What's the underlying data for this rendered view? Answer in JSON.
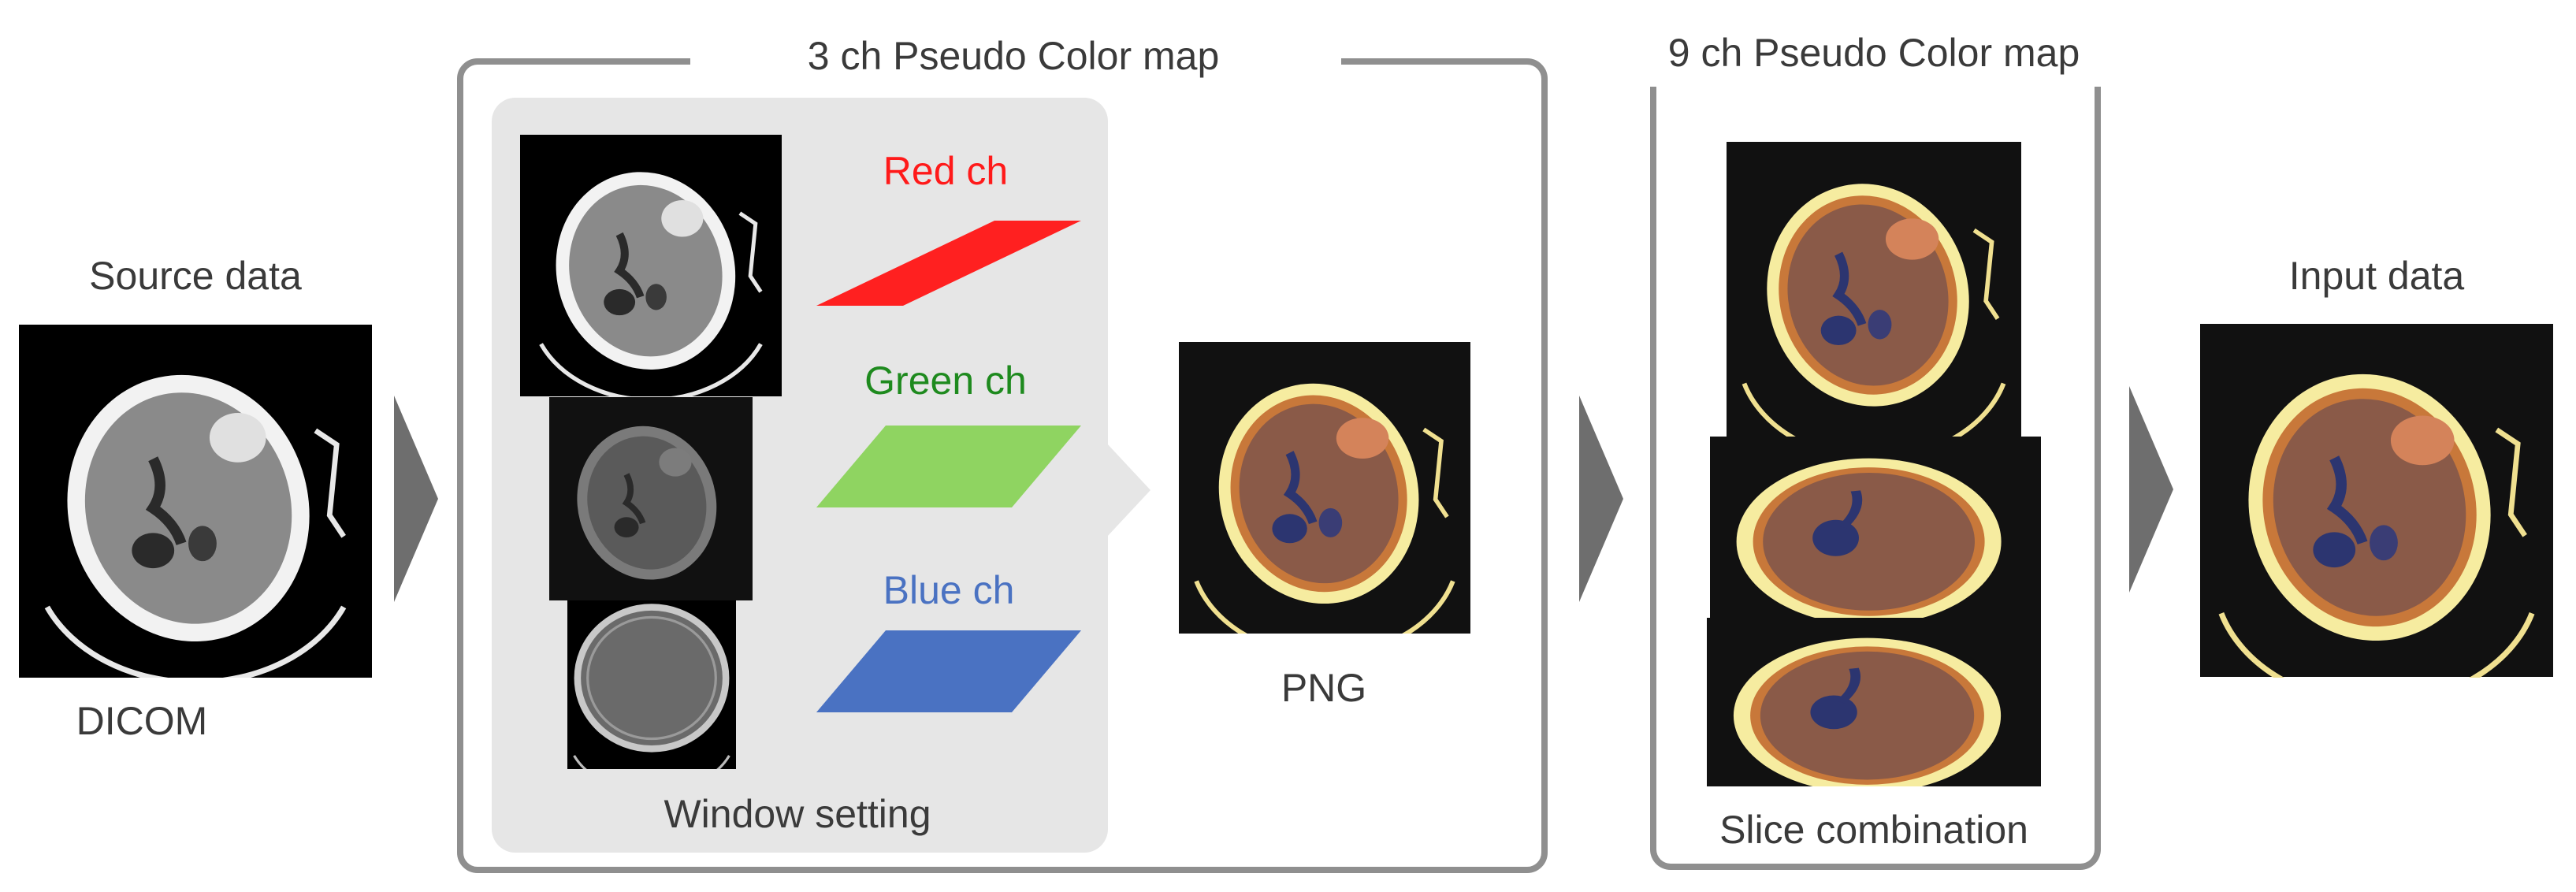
{
  "labels": {
    "source_title": "Source data",
    "dicom_caption": "DICOM",
    "map3_title": "3 ch Pseudo Color map",
    "red_ch": "Red ch",
    "green_ch": "Green ch",
    "blue_ch": "Blue ch",
    "window_caption": "Window setting",
    "png_caption": "PNG",
    "map9_title": "9 ch Pseudo Color map",
    "slice_caption": "Slice combination",
    "input_title": "Input data"
  },
  "colors": {
    "red_channel": "#ff2020",
    "green_channel": "#8fd461",
    "blue_channel": "#4a72c2",
    "red_label": "#ff1a1a",
    "green_label": "#1e8a1e",
    "blue_label": "#4a72c2",
    "frame": "#8f8f8f",
    "panel": "#e6e6e6",
    "arrow": "#6e6e6e"
  }
}
